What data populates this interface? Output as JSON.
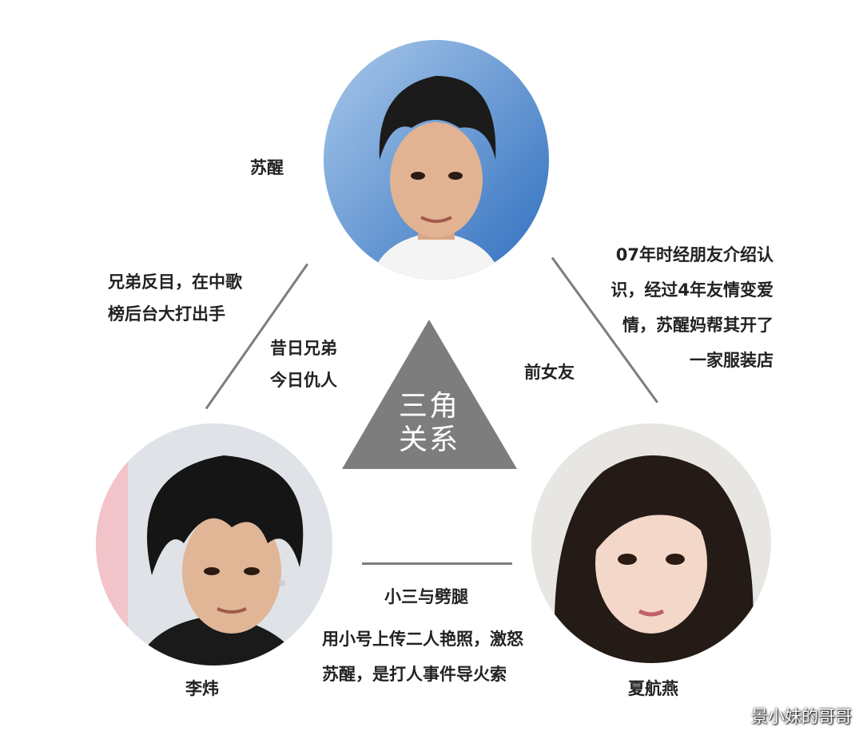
{
  "people": {
    "top": {
      "name": "苏醒"
    },
    "left": {
      "name": "李炜"
    },
    "right": {
      "name": "夏航燕"
    }
  },
  "relations": {
    "top_left": {
      "description": [
        "兄弟反目，在中歌",
        "榜后台大打出手"
      ],
      "label": [
        "昔日兄弟",
        "今日仇人"
      ]
    },
    "top_right": {
      "description": [
        "07年时经朋友介绍认",
        "识，经过4年友情变爱",
        "情，苏醒妈帮其开了",
        "一家服装店"
      ],
      "label": "前女友"
    },
    "bottom": {
      "label": "小三与劈腿",
      "description": [
        "用小号上传二人艳照，激怒",
        "苏醒，是打人事件导火索"
      ]
    }
  },
  "center": {
    "label": [
      "三角",
      "关系"
    ],
    "color": "#7d7d7d"
  },
  "watermark": "景小妹的哥哥"
}
